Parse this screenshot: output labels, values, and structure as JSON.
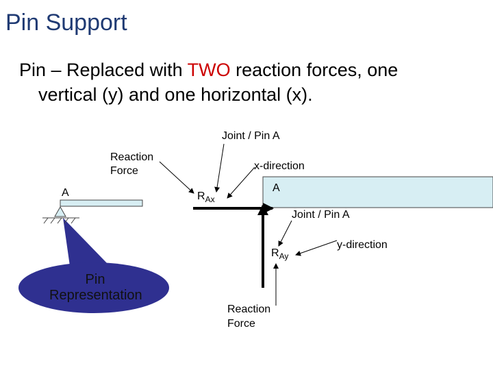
{
  "slide": {
    "title": "Pin Support",
    "bullet_part1": "Pin – Replaced with ",
    "bullet_highlight": "TWO",
    "bullet_part2": " reaction forces, one",
    "bullet_line2": "vertical (y) and one horizontal (x)."
  },
  "diagram": {
    "joint_top_label": "Joint / Pin A",
    "reaction_force_top_line1": "Reaction",
    "reaction_force_top_line2": "Force",
    "x_direction_label": "x-direction",
    "a_left_label": "A",
    "a_beam_label": "A",
    "rax_main": "R",
    "rax_sub": "Ax",
    "joint_right_label": "Joint / Pin A",
    "ray_main": "R",
    "ray_sub": "Ay",
    "y_direction_label": "y-direction",
    "reaction_force_bottom_line1": "Reaction",
    "reaction_force_bottom_line2": "Force",
    "pin_rep_line1": "Pin",
    "pin_rep_line2": "Representation"
  },
  "colors": {
    "title": "#1f3a73",
    "highlight": "#cc0000",
    "beam_fill": "#d7eef3",
    "ellipse_fill": "#2f3090"
  }
}
